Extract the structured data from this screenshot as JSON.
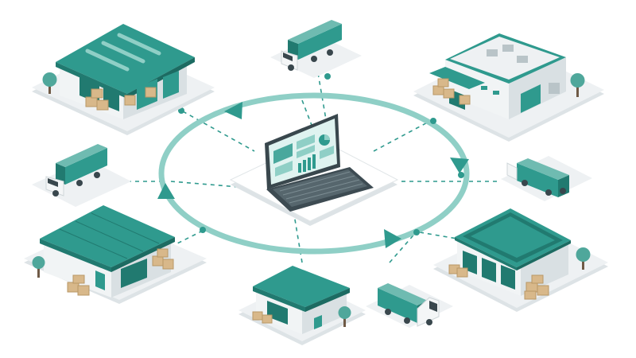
{
  "colors": {
    "teal": "#2f9a8e",
    "teal_dark": "#217a70",
    "teal_light": "#8fcfc6",
    "ring": "#7fc6bc",
    "wall": "#f1f4f5",
    "wall_shade": "#d9e0e3",
    "base": "#eef1f3",
    "base_shadow": "#dde3e6",
    "box": "#d8b88a",
    "box_dark": "#b99766",
    "tree": "#4fa79b",
    "trunk": "#6f5a46",
    "screen": "#dff3f0",
    "laptop_body": "#39474d"
  },
  "hub": {
    "icon": "laptop-dashboard-icon"
  },
  "nodes": [
    {
      "id": "warehouse-top-left",
      "icon": "warehouse-loading-dock-icon"
    },
    {
      "id": "truck-top",
      "icon": "delivery-truck-icon"
    },
    {
      "id": "factory-top-right",
      "icon": "distribution-center-icon"
    },
    {
      "id": "truck-left",
      "icon": "delivery-truck-icon"
    },
    {
      "id": "truck-right",
      "icon": "delivery-truck-icon"
    },
    {
      "id": "warehouse-bottom-left",
      "icon": "warehouse-icon"
    },
    {
      "id": "depot-bottom-center",
      "icon": "small-depot-icon"
    },
    {
      "id": "truck-bottom",
      "icon": "delivery-truck-icon"
    },
    {
      "id": "warehouse-bottom-right",
      "icon": "warehouse-loading-dock-icon"
    }
  ],
  "cycle": {
    "arrows": 4,
    "direction": "clockwise"
  }
}
